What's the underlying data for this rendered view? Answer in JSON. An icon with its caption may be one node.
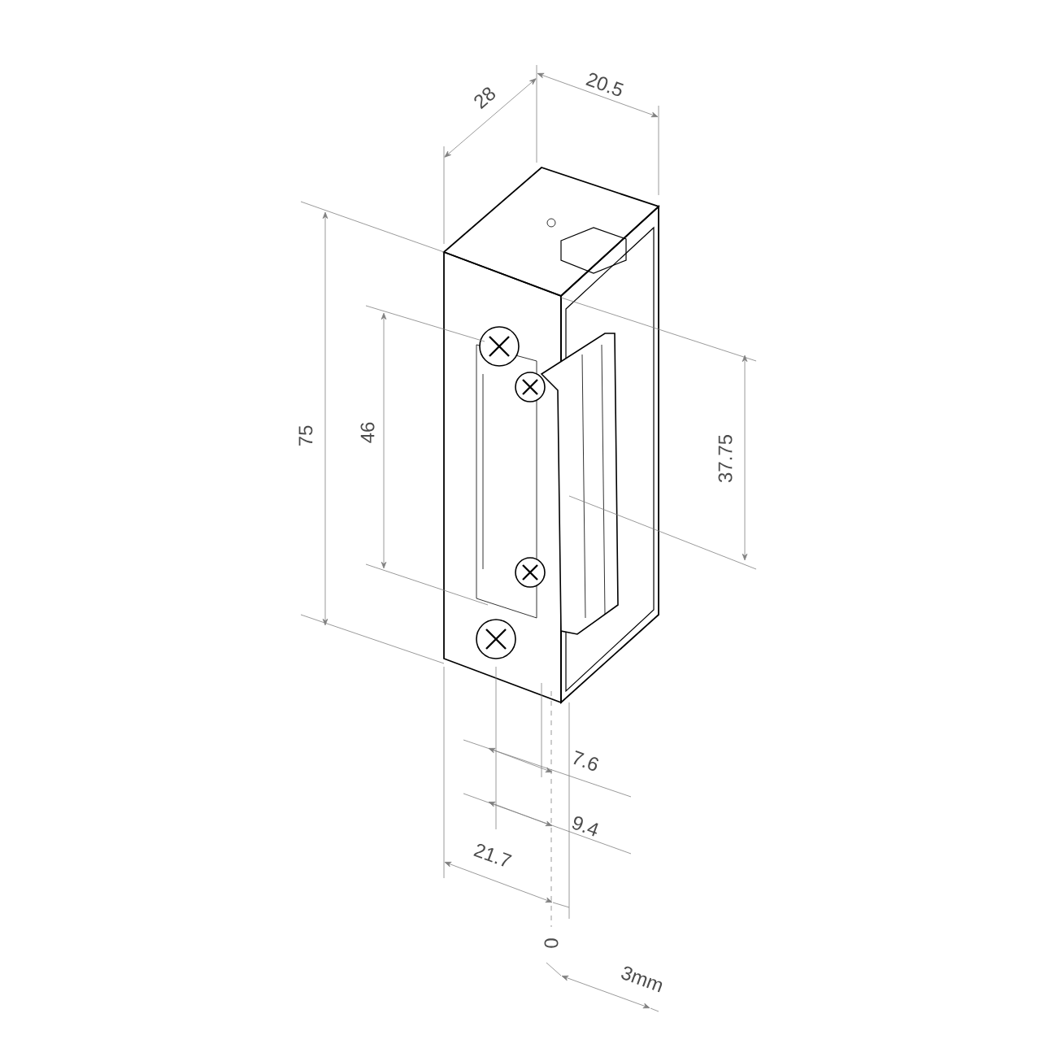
{
  "diagram": {
    "labels": [
      "28",
      "20.5",
      "75",
      "46",
      "37.75",
      "7.6",
      "9.4",
      "21.7",
      "0",
      "3mm"
    ]
  }
}
